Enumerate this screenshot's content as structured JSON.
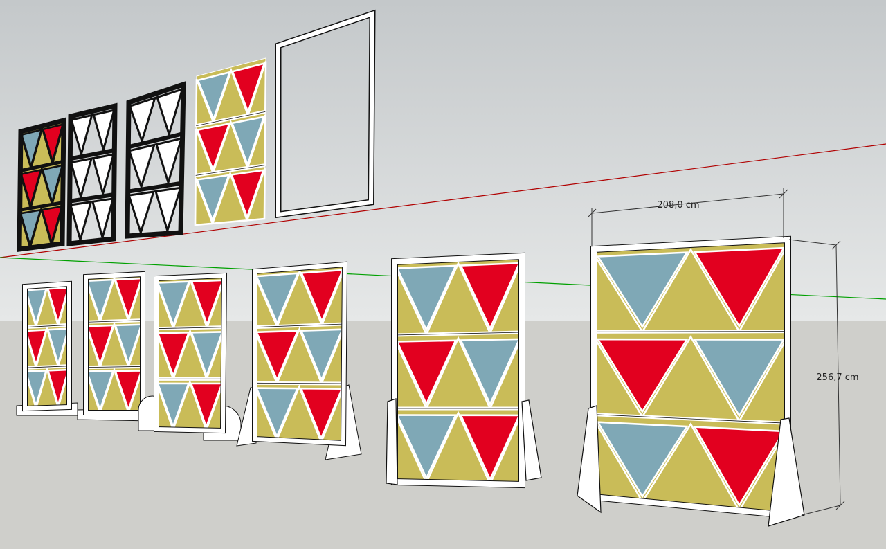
{
  "colors": {
    "sky_top": "#c4c8ca",
    "sky_bottom": "#e6e8e8",
    "ground": "#cfcfcb",
    "frame": "#ffffff",
    "outline": "#111111",
    "blue": "#7fa8b6",
    "red": "#e2001f",
    "yellow": "#c9bc58",
    "axis_red": "#b00000",
    "axis_green": "#00a000"
  },
  "dimensions": {
    "width_label": "208,0 cm",
    "height_label": "256,7 cm"
  },
  "top_row": [
    {
      "kind": "colored"
    },
    {
      "kind": "wire"
    },
    {
      "kind": "wire"
    },
    {
      "kind": "colored_bare"
    },
    {
      "kind": "empty_frame"
    }
  ],
  "bottom_row": [
    {
      "kind": "panel",
      "stand": "bar"
    },
    {
      "kind": "panel",
      "stand": "bar"
    },
    {
      "kind": "panel",
      "stand": "arch"
    },
    {
      "kind": "panel",
      "stand": "wedge"
    },
    {
      "kind": "panel",
      "stand": "tri"
    },
    {
      "kind": "panel",
      "stand": "tri"
    }
  ]
}
